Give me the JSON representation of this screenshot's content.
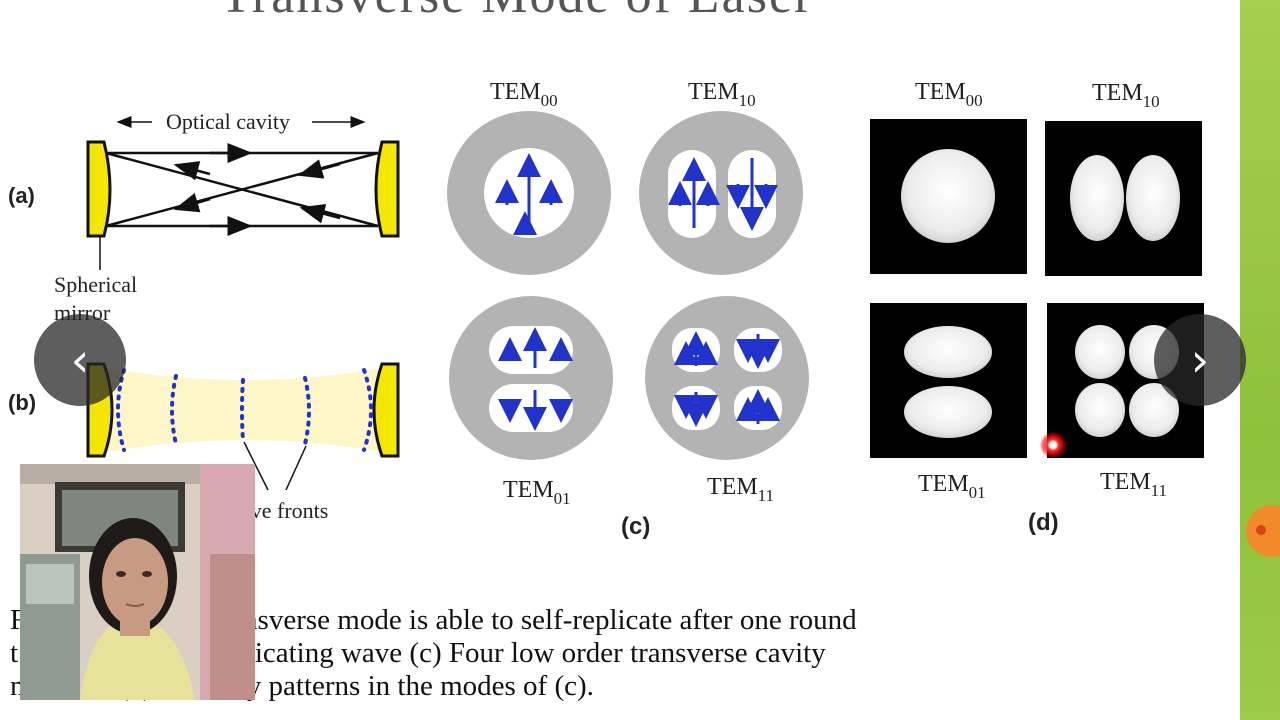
{
  "slide": {
    "title": "Transverse Mode of Laser",
    "fig_a": {
      "panel_label": "(a)",
      "cavity_label": "Optical cavity",
      "mirror_label_line1": "Spherical",
      "mirror_label_line2": "mirror"
    },
    "fig_b": {
      "panel_label": "(b)",
      "wave_label": "Wave fronts"
    },
    "fig_c": {
      "panel_label": "(c)",
      "modes": [
        {
          "name": "TEM",
          "sub": "00"
        },
        {
          "name": "TEM",
          "sub": "10"
        },
        {
          "name": "TEM",
          "sub": "01"
        },
        {
          "name": "TEM",
          "sub": "11"
        }
      ]
    },
    "fig_d": {
      "panel_label": "(d)",
      "modes": [
        {
          "name": "TEM",
          "sub": "00"
        },
        {
          "name": "TEM",
          "sub": "10"
        },
        {
          "name": "TEM",
          "sub": "01"
        },
        {
          "name": "TEM",
          "sub": "11"
        }
      ]
    },
    "caption": {
      "line1": "F    (b) An off-axis transverse mode is able to self-replicate after one round",
      "line2": "t     results in a self-replicating wave (c) Four low order transverse cavity",
      "line3": "m    fields. (d) Intensity patterns in the modes of (c)."
    }
  },
  "colors": {
    "accent_green": "#9ccb45",
    "mirror_yellow": "#f5e600",
    "field_blue": "#2233cc",
    "beam_fill": "#fdf7c8",
    "ring_gray": "#b3b3b3"
  },
  "controls": {
    "prev_icon": "chevron-left-icon",
    "next_icon": "chevron-right-icon",
    "prev_glyph": "‹",
    "next_glyph": "›"
  }
}
